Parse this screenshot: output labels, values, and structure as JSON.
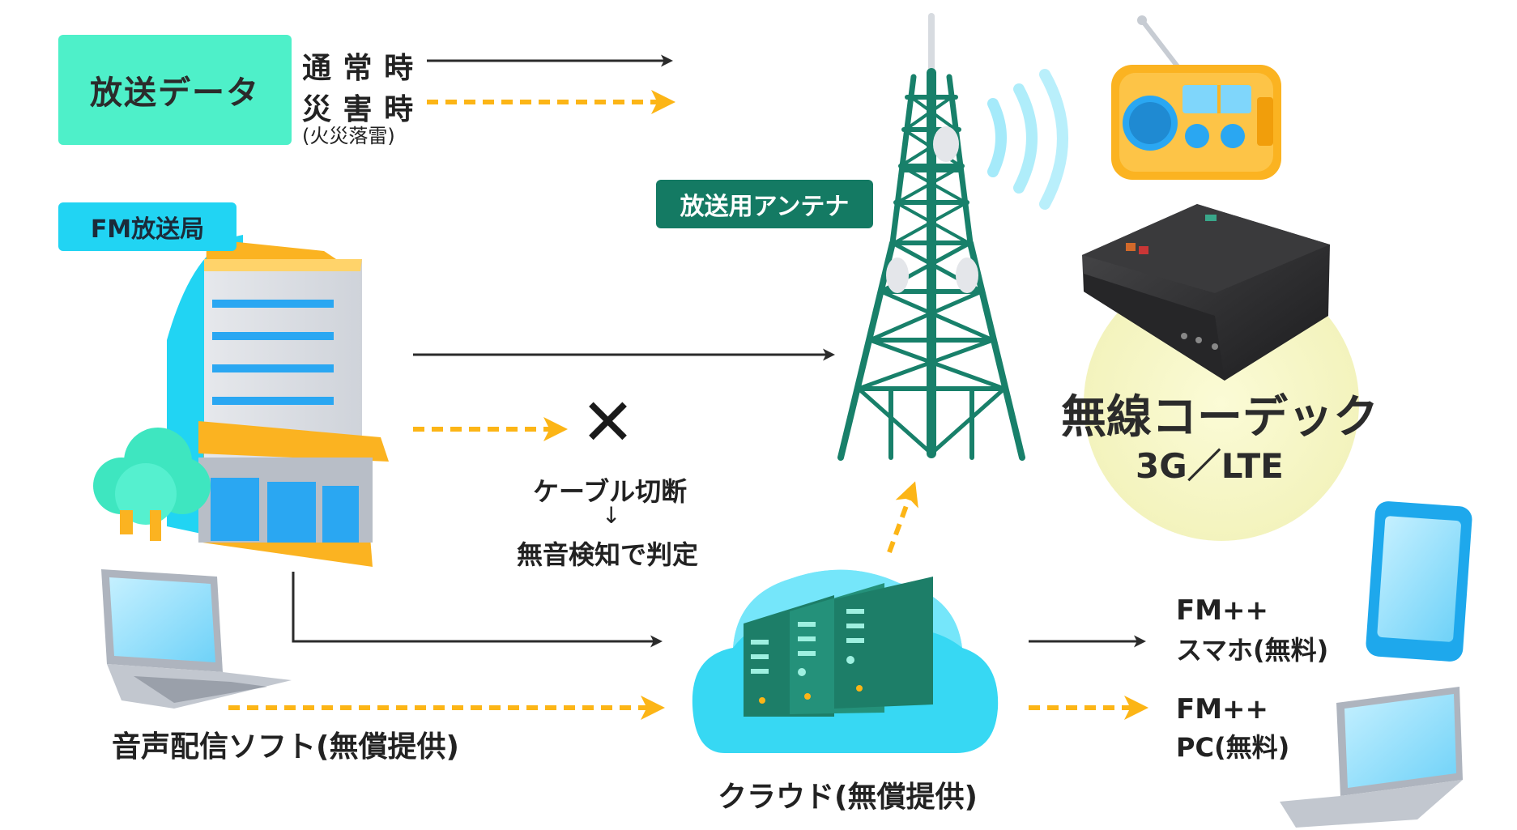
{
  "legend": {
    "title": "放送データ",
    "normal_label": "通 常 時",
    "disaster_label": "災 害 時",
    "disaster_note": "(火災落雷)"
  },
  "station": {
    "label": "FM放送局"
  },
  "antenna": {
    "label": "放送用アンテナ"
  },
  "codec": {
    "title": "無線コーデック",
    "subtitle": "3G／LTE"
  },
  "failure": {
    "mark": "✕",
    "line1": "ケーブル切断",
    "arrow": "↓",
    "line2": "無音検知で判定"
  },
  "software": {
    "label": "音声配信ソフト(無償提供)"
  },
  "cloud": {
    "label": "クラウド(無償提供)"
  },
  "outputs": {
    "smartphone_line1": "FM++",
    "smartphone_line2": "スマホ(無料)",
    "pc_line1": "FM++",
    "pc_line2": "PC(無料)"
  },
  "colors": {
    "legend_bg": "#4ef0c9",
    "station_tag_bg": "#21d4f3",
    "antenna_tag_bg": "#147a63",
    "tower": "#18806a",
    "dashed_arrow": "#fcb516",
    "solid_arrow": "#2b2b2b",
    "radio_body": "#fbb321",
    "cloud": "#37d8f3",
    "codec_glow": "#f6f6c4",
    "device_blue": "#1ea8ec"
  }
}
